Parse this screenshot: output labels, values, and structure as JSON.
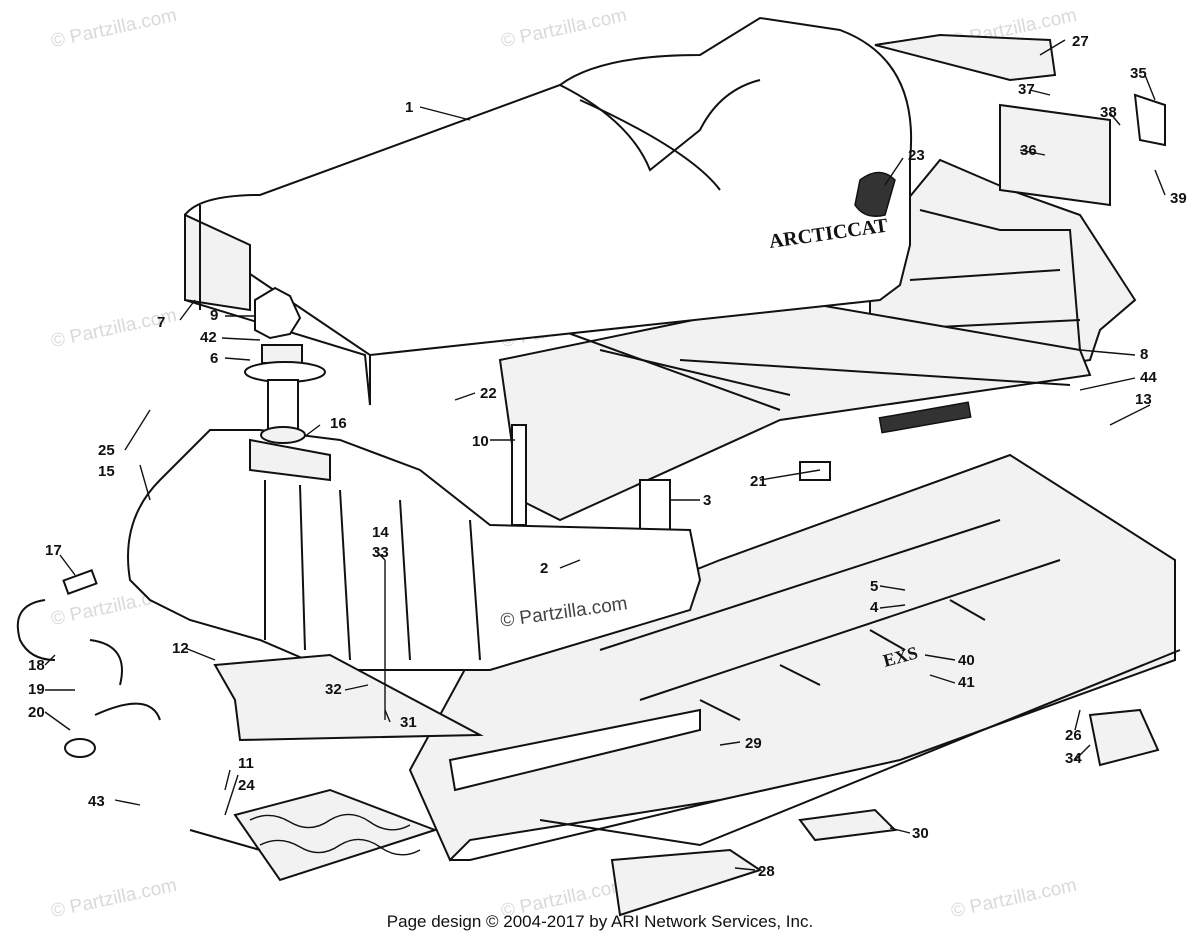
{
  "watermark": "© Partzilla.com",
  "footer": "Page design © 2004-2017 by ARI Network Services, Inc.",
  "brand_seat": "ARCTICCAT",
  "brand_side": "EXS",
  "part_numbers": [
    "1",
    "2",
    "3",
    "4",
    "5",
    "6",
    "7",
    "8",
    "9",
    "10",
    "11",
    "12",
    "13",
    "14",
    "15",
    "16",
    "17",
    "18",
    "19",
    "20",
    "21",
    "22",
    "23",
    "24",
    "25",
    "26",
    "27",
    "28",
    "29",
    "30",
    "31",
    "32",
    "33",
    "34",
    "35",
    "36",
    "37",
    "38",
    "39",
    "40",
    "41",
    "42",
    "43",
    "44"
  ]
}
